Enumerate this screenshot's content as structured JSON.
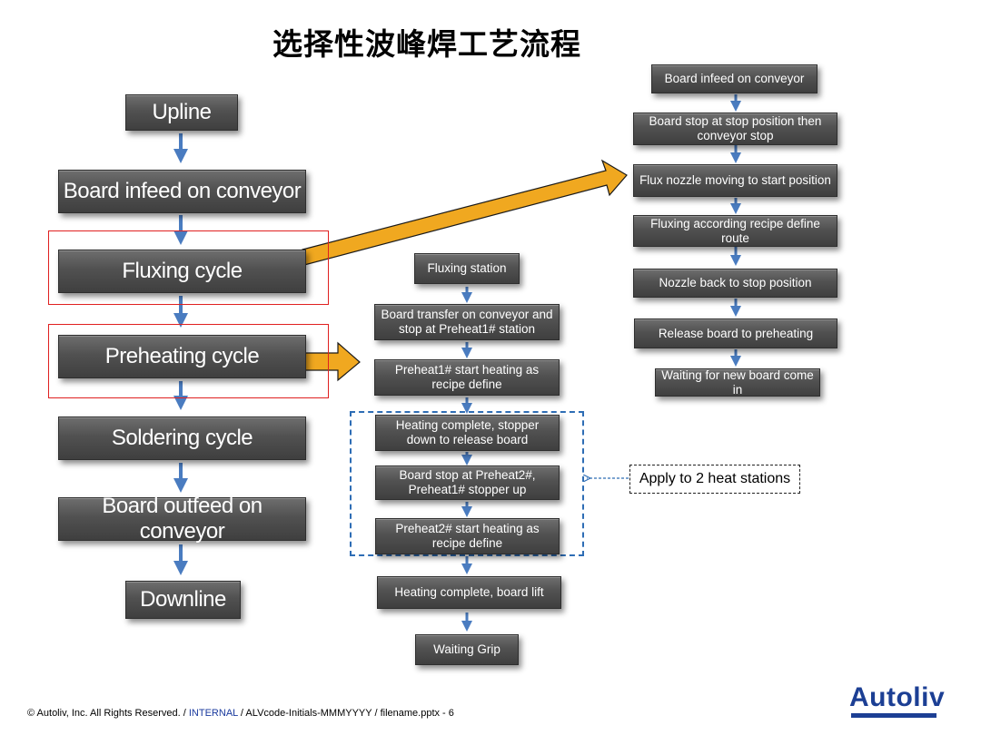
{
  "title": "选择性波峰焊工艺流程",
  "main_flow": [
    "Upline",
    "Board infeed  on conveyor",
    "Fluxing cycle",
    "Preheating cycle",
    "Soldering cycle",
    "Board outfeed  on conveyor",
    "Downline"
  ],
  "preheat_flow": [
    "Fluxing station",
    "Board transfer on conveyor and stop at Preheat1# station",
    "Preheat1# start heating as recipe define",
    "Heating complete, stopper down to release board",
    "Board stop at Preheat2#, Preheat1# stopper up",
    "Preheat2# start heating as recipe define",
    "Heating complete, board lift",
    "Waiting Grip"
  ],
  "flux_flow": [
    "Board infeed on conveyor",
    "Board stop at stop position then conveyor stop",
    "Flux nozzle moving to start position",
    "Fluxing according recipe define route",
    "Nozzle back to stop position",
    "Release  board to preheating",
    "Waiting for new board come in"
  ],
  "note": "Apply to 2 heat stations",
  "footer": {
    "prefix": "© Autoliv, Inc. All Rights Reserved. / ",
    "internal": "INTERNAL",
    "suffix": " / ALVcode-Initials-MMMYYYY / filename.pptx - 6"
  },
  "logo": "Autoliv",
  "colors": {
    "box_fill": "#515151",
    "arrow_blue": "#4a7cc0",
    "big_arrow_orange": "#f0a820",
    "highlight_red": "#e02020",
    "group_dash_blue": "#2e6db5",
    "brand": "#1c3f94"
  }
}
